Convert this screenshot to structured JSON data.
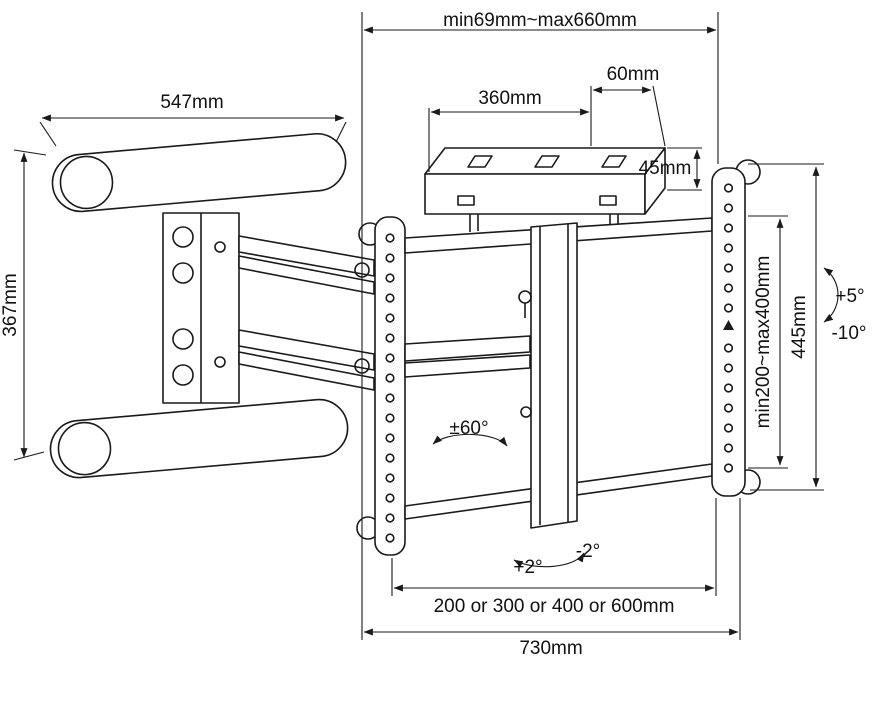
{
  "page": {
    "background": "#ffffff",
    "line_color": "#1a1a1a",
    "description": "Full-motion TV wall mount bracket dimensional diagram"
  },
  "labels": {
    "top_span": "min69mm~max660mm",
    "arm_length": "547mm",
    "box_width": "360mm",
    "box_offset": "60mm",
    "box_height": "45mm",
    "plate_height": "367mm",
    "bracket_height": "445mm",
    "vesa_vertical": "min200~max400mm",
    "tilt_up": "+5°",
    "tilt_down": "-10°",
    "swivel_range": "±60°",
    "level_plus": "+2°",
    "level_minus": "-2°",
    "vesa_horizontal": "200 or 300 or 400 or 600mm",
    "bottom_span": "730mm"
  }
}
